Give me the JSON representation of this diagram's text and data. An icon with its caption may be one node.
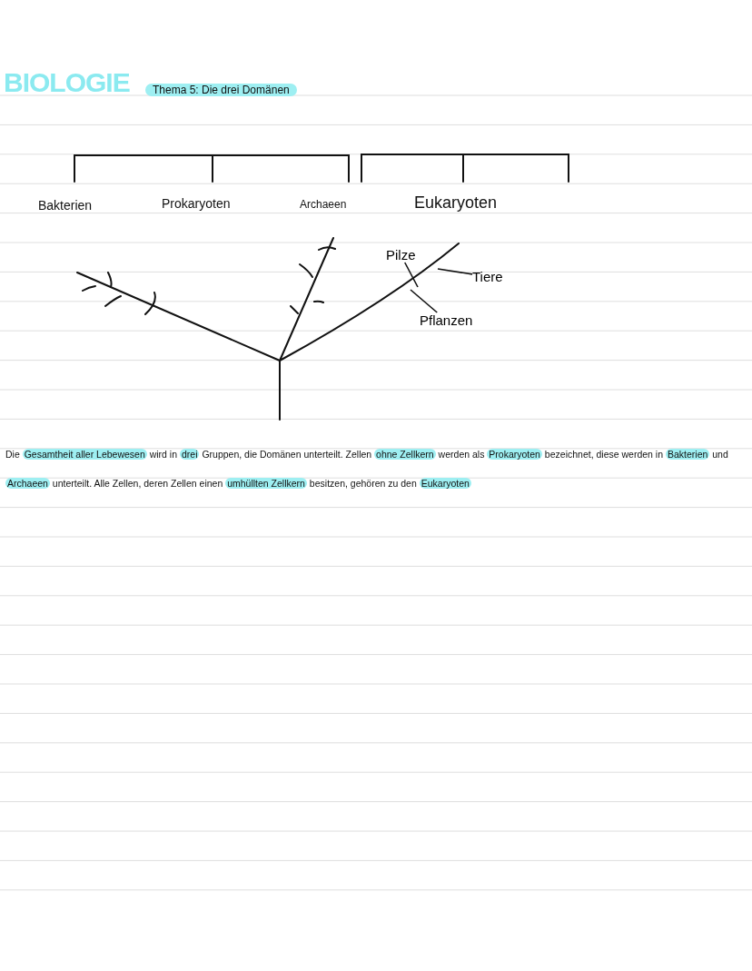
{
  "diagram": {
    "title": "BIOLOGIE",
    "nodes": [
      {
        "text": [
          "Pilze"
        ]
      },
      {
        "text": [
          "Tiere"
        ]
      },
      {
        "text": [
          "Pflanzen"
        ]
      }
    ],
    "edges": [
      {
        "from": 0,
        "to": null,
        "arrow": "none"
      },
      {
        "from": 1,
        "to": null,
        "arrow": "none"
      },
      {
        "from": 2,
        "to": null,
        "arrow": "none"
      }
    ],
    "labels": [
      "Thema 5: Die drei Domänen",
      "Bakterien",
      "Prokaryoten",
      "Archaeen",
      "Eukaryoten",
      "Die **Gesamtheit aller Lebewesen** wird in **drei** Gruppen, die Domänen unterteilt. Zellen **ohne Zellkern** werden als **Prokaryoten** bezeichnet, diese werden in **Bakterien** und **Archaeen** unterteilt. Alle Zellen, deren Zellen einen **umhüllten Zellkern** besitzen, gehören zu den **Eukaryoten**"
    ]
  }
}
